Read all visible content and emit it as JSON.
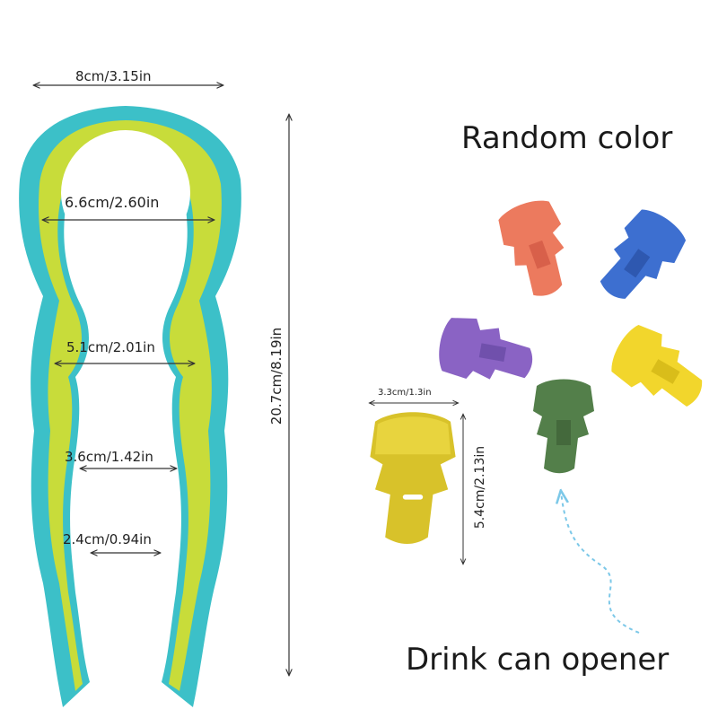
{
  "opener": {
    "dims": {
      "width_top": "8cm/3.15in",
      "ring_width": "6.6cm/2.60in",
      "mid_width": "5.1cm/2.01in",
      "lower_width": "3.6cm/1.42in",
      "bottom_width": "2.4cm/0.94in",
      "height": "20.7cm/8.19in"
    },
    "colors": {
      "outer": "#3cc0c8",
      "inner": "#c8dc3a"
    }
  },
  "can_opener": {
    "dims": {
      "width": "3.3cm/1.3in",
      "height": "5.4cm/2.13in"
    },
    "colors": [
      "#ec7a5e",
      "#3d6fd0",
      "#8a63c4",
      "#f2d62c",
      "#537f4a",
      "#d8c22a"
    ]
  },
  "captions": {
    "random_color": "Random color",
    "drink_can_opener": "Drink can opener"
  },
  "accent": {
    "dashed_arrow": "#7cc8e8"
  }
}
